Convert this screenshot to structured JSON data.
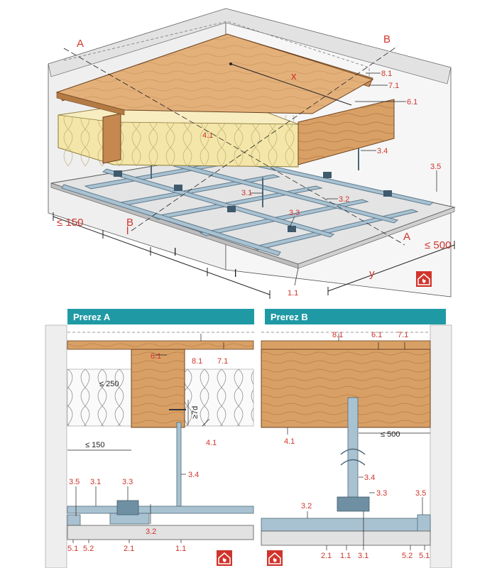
{
  "iso": {
    "section_markers": {
      "a": "A",
      "b": "B"
    },
    "span_symbol": "x",
    "dims": {
      "edge_left": "≤ 150",
      "spacing": "l",
      "edge_right": "≤ 500",
      "span_y": "y"
    },
    "labels": {
      "l81": "8.1",
      "l71": "7.1",
      "l61": "6.1",
      "l41": "4.1",
      "l34": "3.4",
      "l35": "3.5",
      "l31": "3.1",
      "l32": "3.2",
      "l33": "3.3",
      "l11": "1.1"
    }
  },
  "section_a": {
    "title": "Prerez A",
    "dims": {
      "insulation_max": "≤ 250",
      "screw_min": "≥7d",
      "edge_max": "≤ 150"
    },
    "labels": {
      "l81": "8.1",
      "l71": "7.1",
      "l61": "6.1",
      "l41": "4.1",
      "l34": "3.4",
      "l35": "3.5",
      "l31": "3.1",
      "l33": "3.3",
      "l32": "3.2",
      "l51": "5.1",
      "l52": "5.2",
      "l21": "2.1",
      "l11": "1.1"
    }
  },
  "section_b": {
    "title": "Prerez B",
    "dims": {
      "edge_max": "≤ 500"
    },
    "labels": {
      "l81": "8.1",
      "l61": "6.1",
      "l71": "7.1",
      "l41": "4.1",
      "l34": "3.4",
      "l33": "3.3",
      "l35": "3.5",
      "l32": "3.2",
      "l21": "2.1",
      "l11": "1.1",
      "l31": "3.1",
      "l52": "5.2",
      "l51": "5.1"
    }
  },
  "icons": {
    "fire": "fire-protection-icon"
  },
  "colors": {
    "accent": "#d0342c",
    "header": "#1f9aa5",
    "wood": "#d9a066",
    "insulation": "#f3e6a8",
    "steel": "#9fb7c7"
  }
}
